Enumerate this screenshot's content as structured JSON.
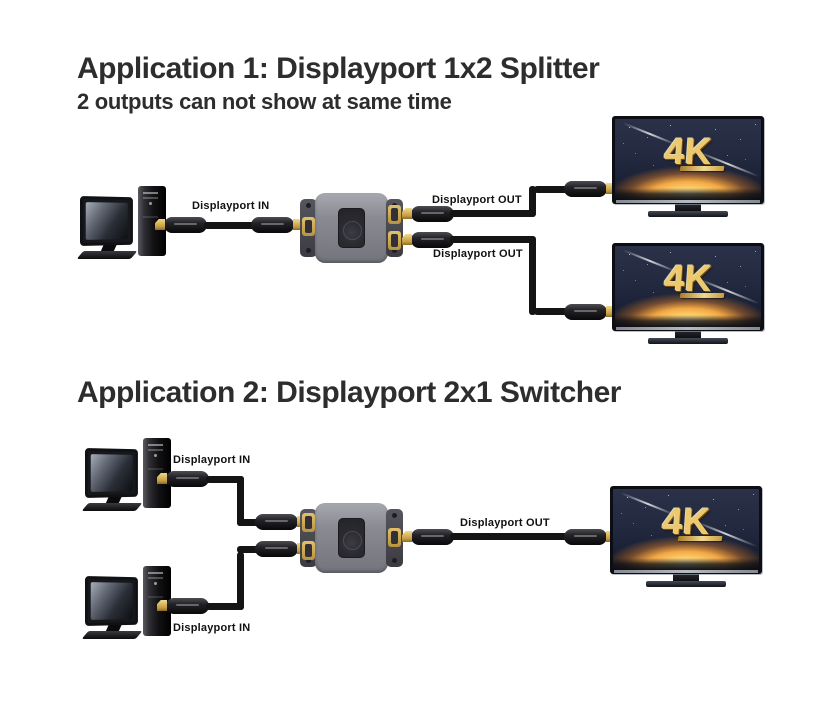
{
  "app1": {
    "title": "Application 1: Displayport 1x2 Splitter",
    "subtitle": "2 outputs can not show at same time",
    "labels": {
      "input": "Displayport IN",
      "output_top": "Displayport OUT",
      "output_bottom": "Displayport OUT"
    }
  },
  "app2": {
    "title": "Application 2: Displayport 2x1 Switcher",
    "labels": {
      "input_top": "Displayport IN",
      "input_bottom": "Displayport IN",
      "output": "Displayport OUT"
    }
  },
  "tv": {
    "badge": "4K"
  },
  "colors": {
    "heading": "#2d2d2d",
    "label": "#111111",
    "cable": "#141414",
    "adapter_body": "#85858d",
    "port_gold": "#d2a94f",
    "screen_sky": "#222a3e",
    "screen_sunset": "#f6bb55",
    "badge_gold": "#ecc96d"
  }
}
